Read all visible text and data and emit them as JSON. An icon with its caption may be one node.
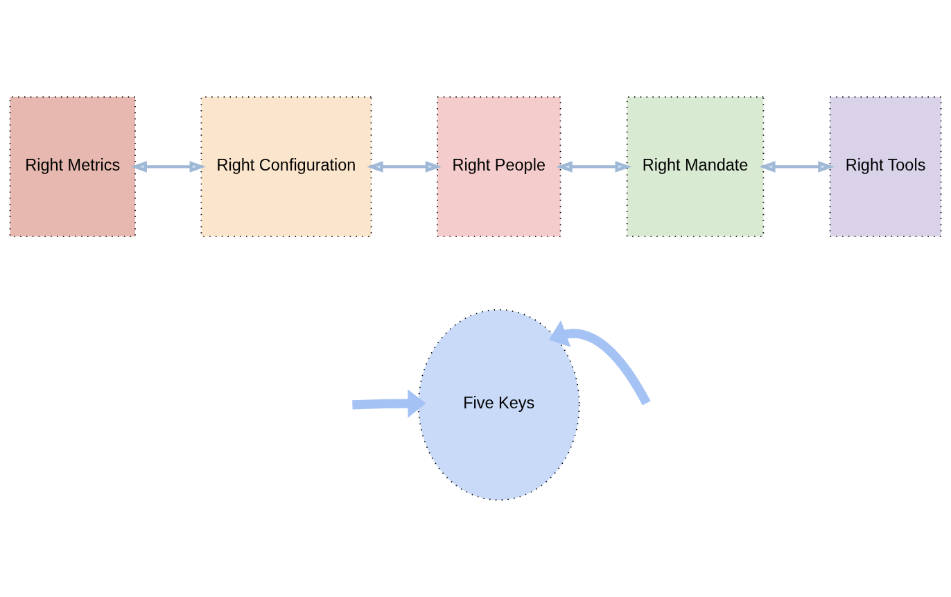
{
  "diagram": {
    "nodes": [
      {
        "text": [
          "Right Metrics"
        ]
      },
      {
        "text": [
          "Right Configuration"
        ]
      },
      {
        "text": [
          "Right People"
        ]
      },
      {
        "text": [
          "Right Mandate"
        ]
      },
      {
        "text": [
          "Right Tools"
        ]
      },
      {
        "text": [
          "Five Keys"
        ]
      }
    ],
    "edges": [
      {
        "from": 0,
        "to": 1,
        "arrow": "both"
      },
      {
        "from": 1,
        "to": 2,
        "arrow": "both"
      },
      {
        "from": 2,
        "to": 3,
        "arrow": "both"
      },
      {
        "from": 3,
        "to": 4,
        "arrow": "both"
      },
      {
        "from": null,
        "to": 5,
        "arrow": "to",
        "style": "thick",
        "color": "#a4c2f4"
      },
      {
        "from": null,
        "to": 5,
        "arrow": "to",
        "style": "thick",
        "color": "#a4c2f4"
      }
    ]
  }
}
